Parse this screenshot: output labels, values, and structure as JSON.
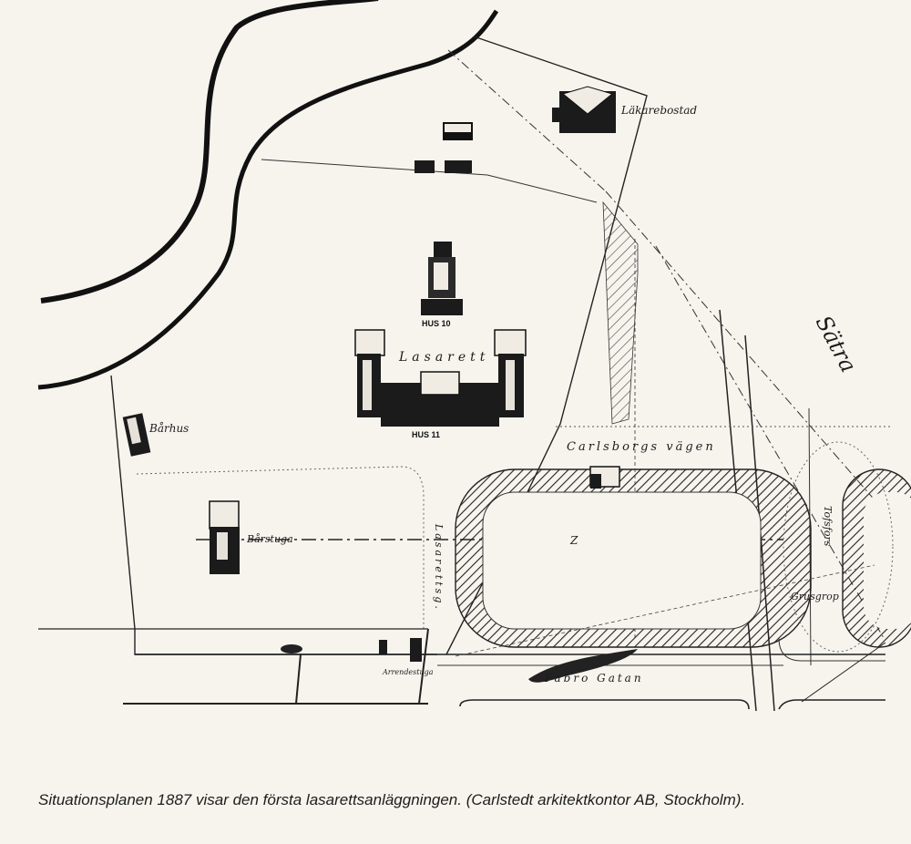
{
  "map": {
    "labels": {
      "lakarbostad": "Läkarebostad",
      "hus10": "HUS 10",
      "lasarett": "Lasarett",
      "hus11": "HUS 11",
      "barhus": "Bårhus",
      "borstuga": "Bårstuga",
      "carlsborgsvagen": "Carlsborgs vägen",
      "lasarettsgatan": "Lasarettsg.",
      "fabrogatan": "Fabro Gatan",
      "satra": "Sätra",
      "tofsfors": "Tofsfors",
      "gropen": "Grusgrop",
      "arrendestuga": "Arrendestuga",
      "mark": "Z"
    }
  },
  "caption": "Situationsplanen 1887 visar den första lasarettsanläggningen. (Carlstedt arkitektkontor AB, Stockholm)."
}
